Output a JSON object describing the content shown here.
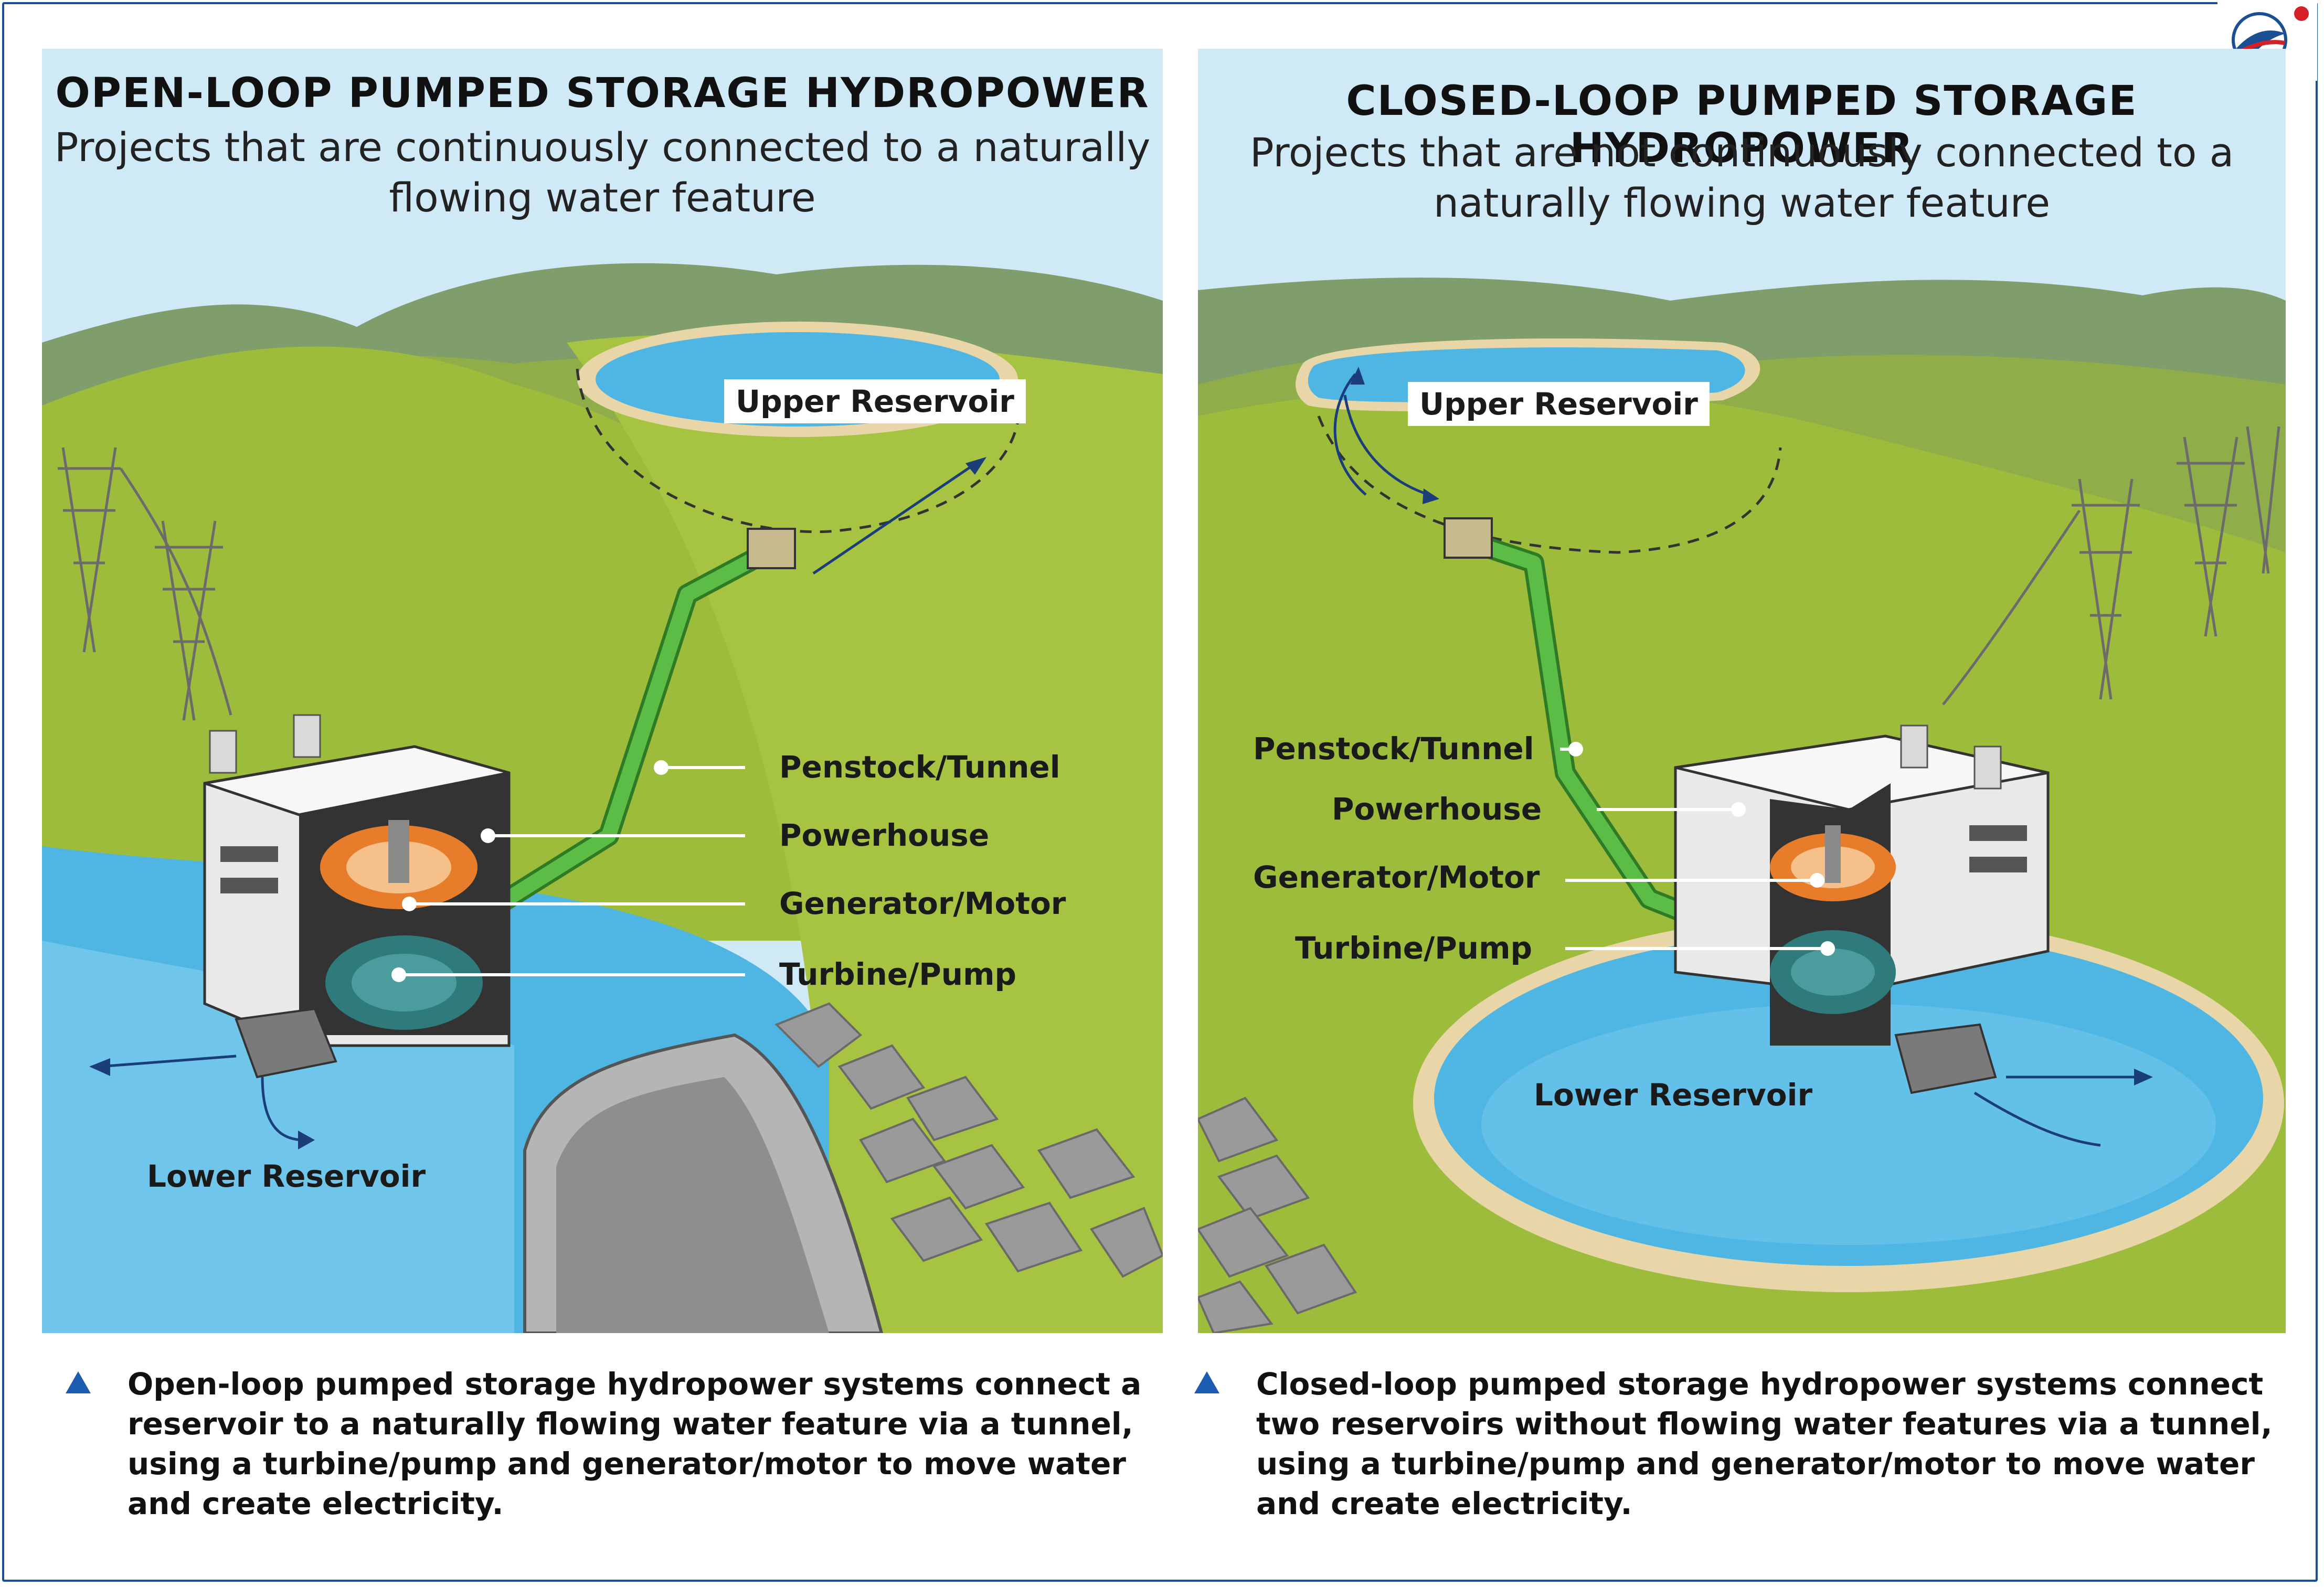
{
  "open_loop": {
    "title": "OPEN-LOOP PUMPED STORAGE HYDROPOWER",
    "subtitle": "Projects that are continuously connected to a naturally flowing water feature",
    "labels": {
      "upper_reservoir": "Upper Reservoir",
      "penstock": "Penstock/Tunnel",
      "powerhouse": "Powerhouse",
      "generator": "Generator/Motor",
      "turbine": "Turbine/Pump",
      "lower_reservoir": "Lower Reservoir"
    },
    "caption": "Open-loop pumped storage hydropower systems connect a reservoir to a naturally flowing water feature via a tunnel, using a turbine/pump and generator/motor to move water and create electricity."
  },
  "closed_loop": {
    "title": "CLOSED-LOOP PUMPED STORAGE HYDROPOWER",
    "subtitle": "Projects that are not continuously connected to a naturally flowing water feature",
    "labels": {
      "upper_reservoir": "Upper Reservoir",
      "penstock": "Penstock/Tunnel",
      "powerhouse": "Powerhouse",
      "generator": "Generator/Motor",
      "turbine": "Turbine/Pump",
      "lower_reservoir": "Lower Reservoir"
    },
    "caption": "Closed-loop pumped storage hydropower systems connect two reservoirs without flowing water features via a tunnel, using a turbine/pump and generator/motor to move water and create electricity."
  },
  "colors": {
    "frame": "#1b4f94",
    "sky": "#cfeaf6",
    "grass": "#9bbb3a",
    "water": "#4fb6e3",
    "penstock": "#4da53a",
    "bullet": "#1b5bb0"
  }
}
